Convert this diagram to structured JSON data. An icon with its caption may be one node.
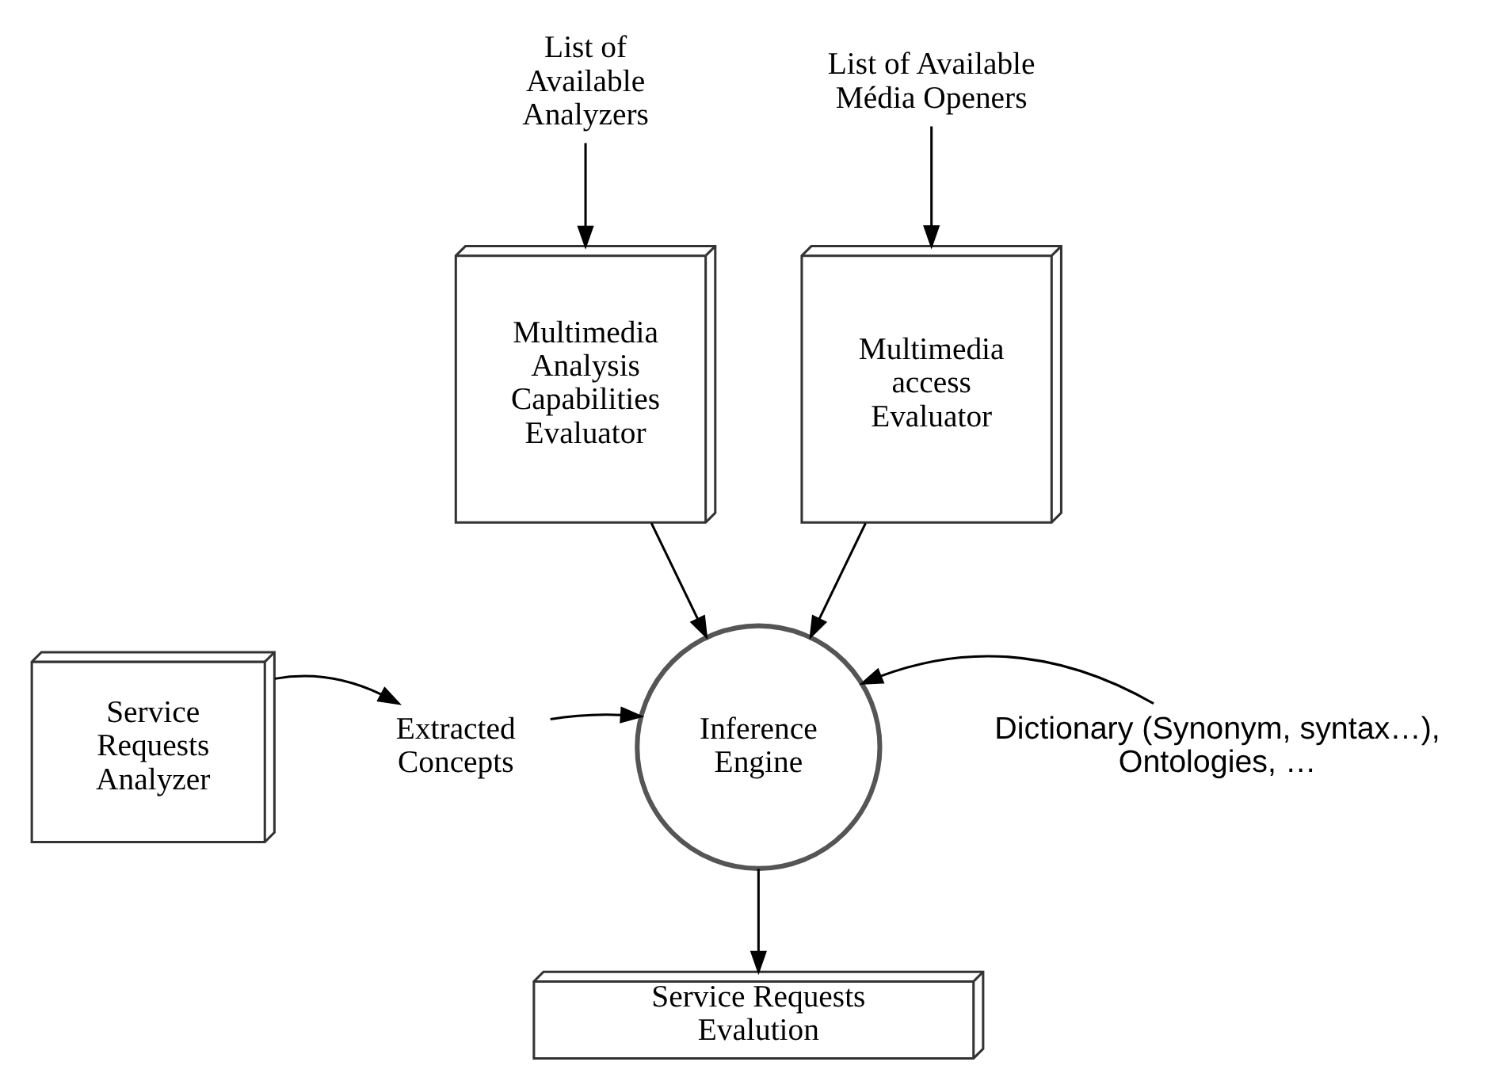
{
  "diagram": {
    "nodes": [
      {
        "text": [
          "List of Available Analyzers"
        ]
      },
      {
        "text": [
          "List of Available Média Openers"
        ]
      },
      {
        "text": [
          "Multimedia Analysis Capabilities Evaluator"
        ]
      },
      {
        "text": [
          "Multimedia access Evaluator"
        ]
      },
      {
        "text": [
          "Inference Engine"
        ]
      },
      {
        "text": [
          "Service Requests Analyzer"
        ]
      },
      {
        "text": [
          "Extracted Concepts"
        ]
      },
      {
        "text": [
          "Dictionary (Synonym, syntax…), Ontologies, …"
        ]
      },
      {
        "text": [
          "Service Requests Evalution"
        ]
      }
    ],
    "edges": [
      {
        "from": 0,
        "to": 2,
        "arrow": "to"
      },
      {
        "from": 1,
        "to": 3,
        "arrow": "to"
      },
      {
        "from": 2,
        "to": 4,
        "arrow": "to"
      },
      {
        "from": 3,
        "to": 4,
        "arrow": "to"
      },
      {
        "from": 5,
        "to": 6,
        "arrow": "to"
      },
      {
        "from": 6,
        "to": 4,
        "arrow": "to"
      },
      {
        "from": 7,
        "to": 4,
        "arrow": "to"
      },
      {
        "from": 4,
        "to": 8,
        "arrow": "to"
      }
    ]
  }
}
